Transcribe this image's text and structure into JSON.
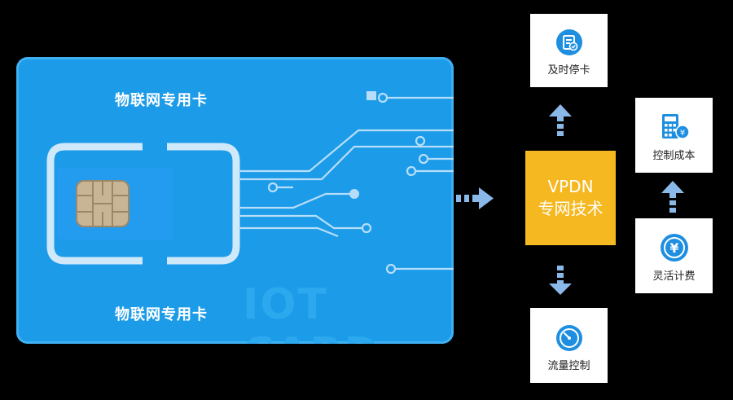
{
  "card": {
    "label_top": "物联网专用卡",
    "label_bottom": "物联网专用卡",
    "watermark": "IOT CARD"
  },
  "center": {
    "line1": "VPDN",
    "line2": "专网技术"
  },
  "features": {
    "timely": {
      "label": "及时停卡",
      "icon": "document-check-icon"
    },
    "cost": {
      "label": "控制成本",
      "icon": "calculator-yen-icon"
    },
    "billing": {
      "label": "灵活计费",
      "icon": "yen-coin-icon"
    },
    "flow": {
      "label": "流量控制",
      "icon": "stopwatch-icon"
    }
  },
  "colors": {
    "card_blue": "#1c9be8",
    "accent_blue": "#1e8fe0",
    "vpdn_yellow": "#f5b820",
    "arrow_blue": "#8ab8e8"
  }
}
